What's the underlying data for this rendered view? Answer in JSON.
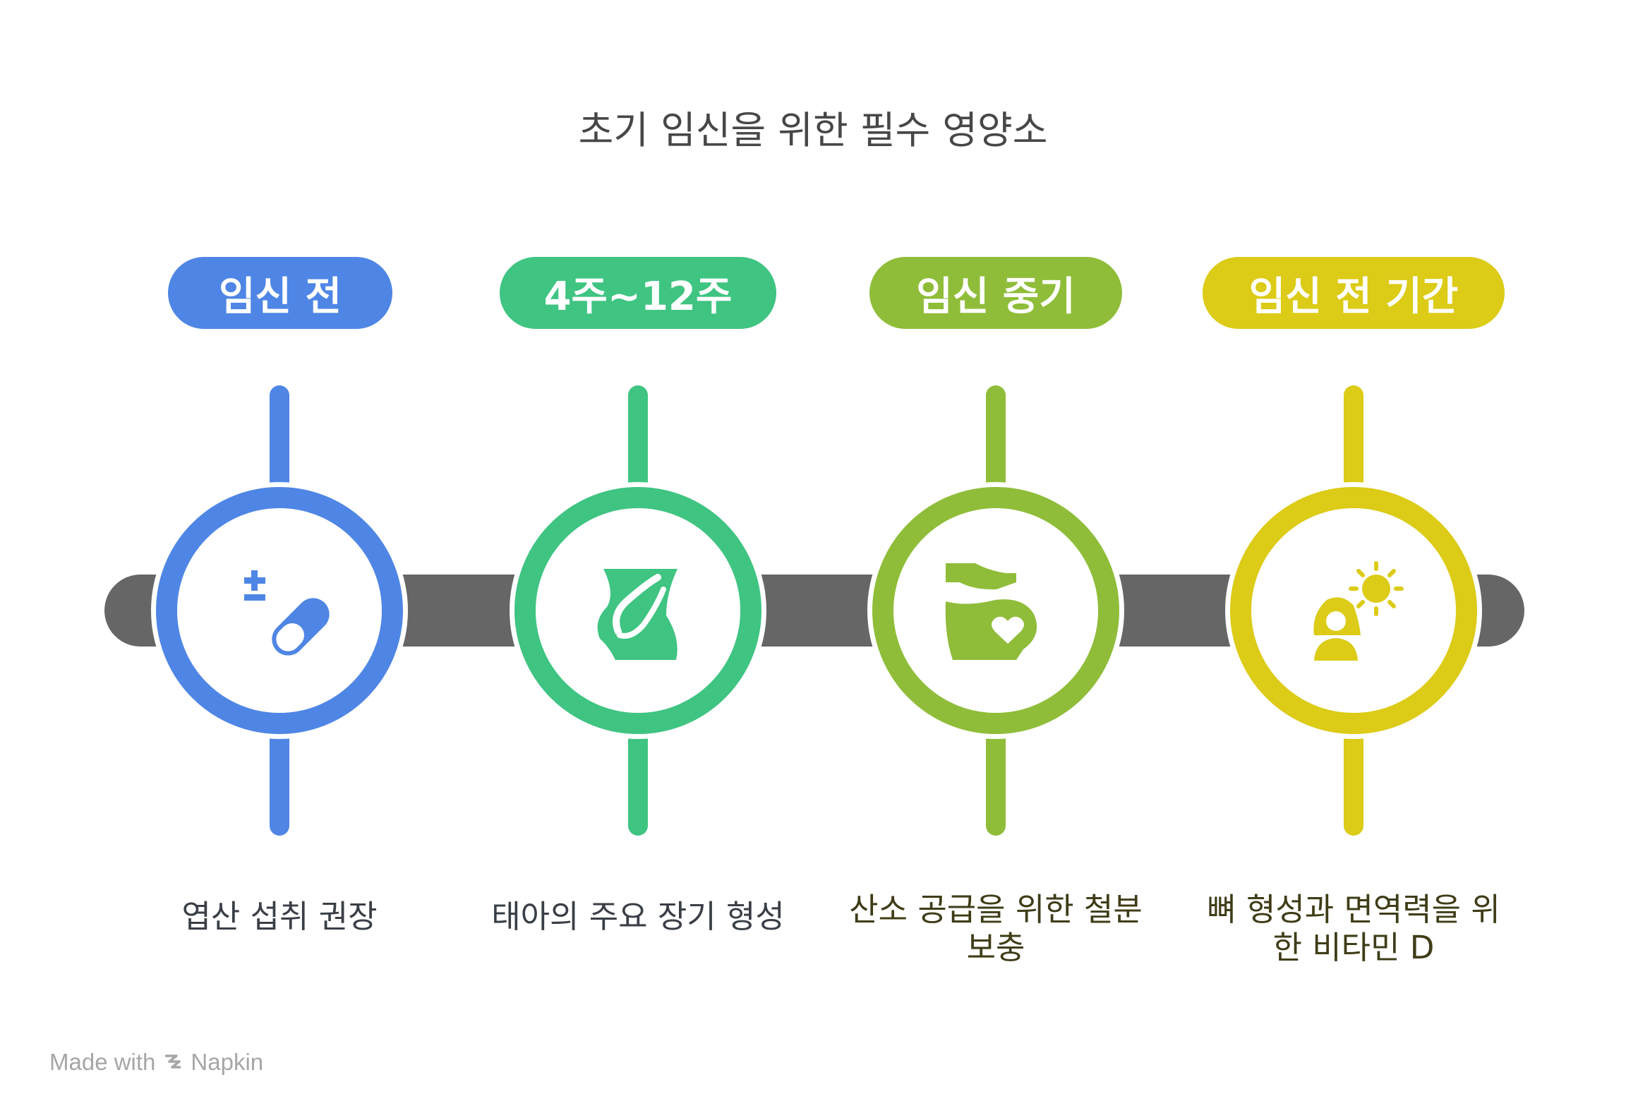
{
  "title": "초기 임신을 위한 필수 영양소",
  "colors": {
    "bar": "#666666",
    "blue": "#4f86e5",
    "green": "#3fc482",
    "lime": "#8fbd39",
    "yellow": "#dccb17",
    "text_blue": "#3a3f47",
    "text_olive": "#3f3c18"
  },
  "stages": [
    {
      "label": "임신 전",
      "color": "#4f86e5",
      "icon": "supplement-pill-icon",
      "description": "엽산 섭취 권장",
      "text_color": "#3a3f47"
    },
    {
      "label": "4주~12주",
      "color": "#3fc482",
      "icon": "fetus-belly-icon",
      "description": "태아의 주요 장기 형성",
      "text_color": "#3a3f47"
    },
    {
      "label": "임신 중기",
      "color": "#8fbd39",
      "icon": "pregnant-belly-heart-icon",
      "description": "산소 공급을 위한 철분 보충",
      "text_color": "#3f3c18"
    },
    {
      "label": "임신 전 기간",
      "color": "#dccb17",
      "icon": "woman-sun-icon",
      "description": "뼈 형성과 면역력을 위한 비타민 D",
      "text_color": "#3f3c18"
    }
  ],
  "branding": {
    "made_with": "Made with",
    "brand": "Napkin"
  }
}
